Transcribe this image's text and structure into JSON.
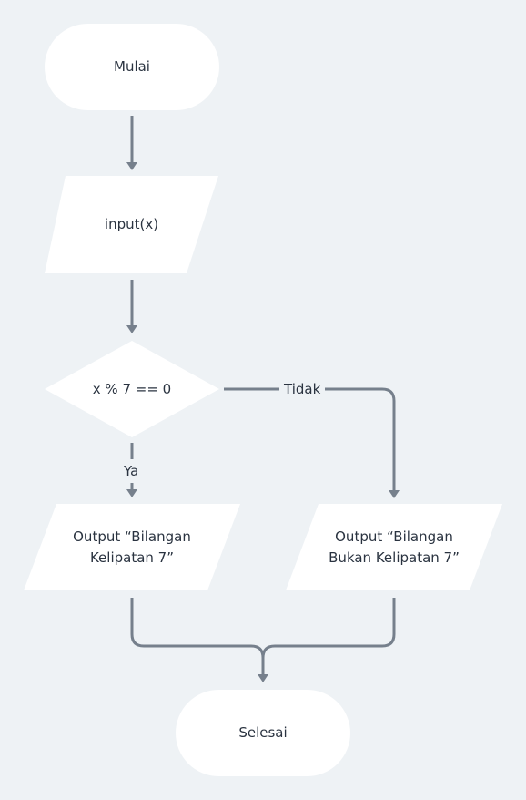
{
  "nodes": {
    "start": "Mulai",
    "input": "input(x)",
    "decision": "x % 7 == 0",
    "output_yes_line1": "Output “Bilangan",
    "output_yes_line2": "Kelipatan 7”",
    "output_no_line1": "Output “Bilangan",
    "output_no_line2": "Bukan Kelipatan 7”",
    "end": "Selesai"
  },
  "edges": {
    "yes_label": "Ya",
    "no_label": "Tidak"
  },
  "colors": {
    "background": "#eef2f5",
    "node_fill": "#ffffff",
    "connector": "#76808c",
    "text": "#2a3340"
  }
}
